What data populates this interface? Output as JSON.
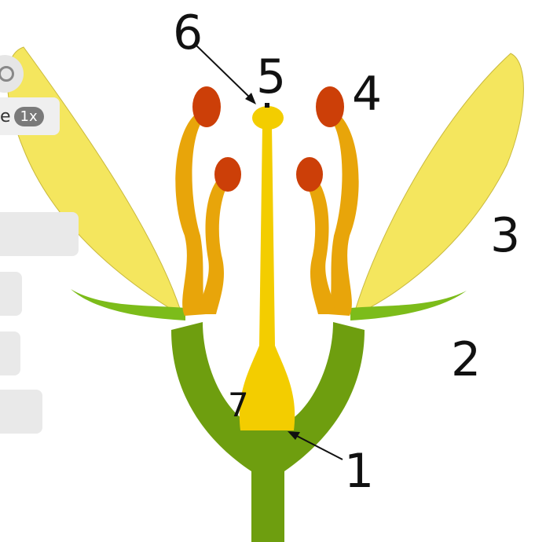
{
  "diagram": {
    "labels": [
      {
        "id": "label-1",
        "text": "1"
      },
      {
        "id": "label-2",
        "text": "2"
      },
      {
        "id": "label-3",
        "text": "3"
      },
      {
        "id": "label-4",
        "text": "4"
      },
      {
        "id": "label-5",
        "text": "5"
      },
      {
        "id": "label-6",
        "text": "6"
      },
      {
        "id": "label-7",
        "text": "7"
      }
    ]
  },
  "overlay": {
    "speed_prefix": "e",
    "speed_badge": "1x"
  },
  "colors": {
    "stem_green": "#6e9e0f",
    "sepal_green": "#7cbc1a",
    "petal_yellow": "#f4e65e",
    "pistil_yellow": "#f3cd00",
    "filament_orange": "#e8a50a",
    "anther_red": "#cc3f08"
  }
}
